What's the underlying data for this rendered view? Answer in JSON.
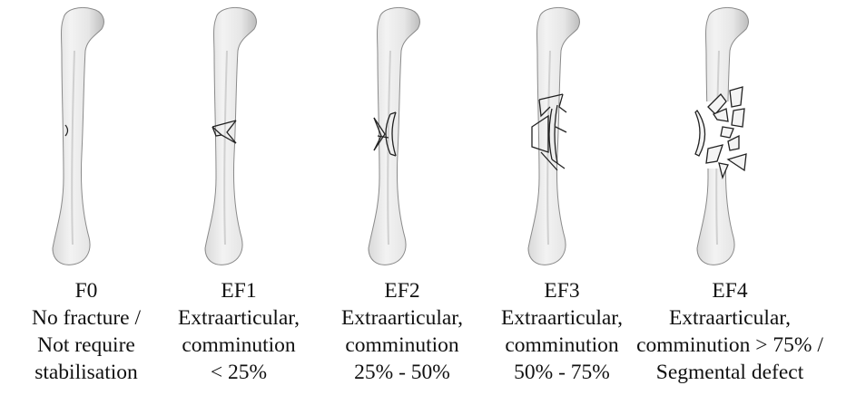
{
  "figure": {
    "panels": [
      {
        "grade": "F0",
        "lines": [
          "No fracture /",
          "Not require",
          "stabilisation"
        ]
      },
      {
        "grade": "EF1",
        "lines": [
          "Extraarticular,",
          "comminution",
          "< 25%"
        ]
      },
      {
        "grade": "EF2",
        "lines": [
          "Extraarticular,",
          "comminution",
          "25% - 50%"
        ]
      },
      {
        "grade": "EF3",
        "lines": [
          "Extraarticular,",
          "comminution",
          "50% - 75%"
        ]
      },
      {
        "grade": "EF4",
        "lines": [
          "Extraarticular,",
          "comminution > 75% /",
          "Segmental defect"
        ]
      }
    ]
  }
}
